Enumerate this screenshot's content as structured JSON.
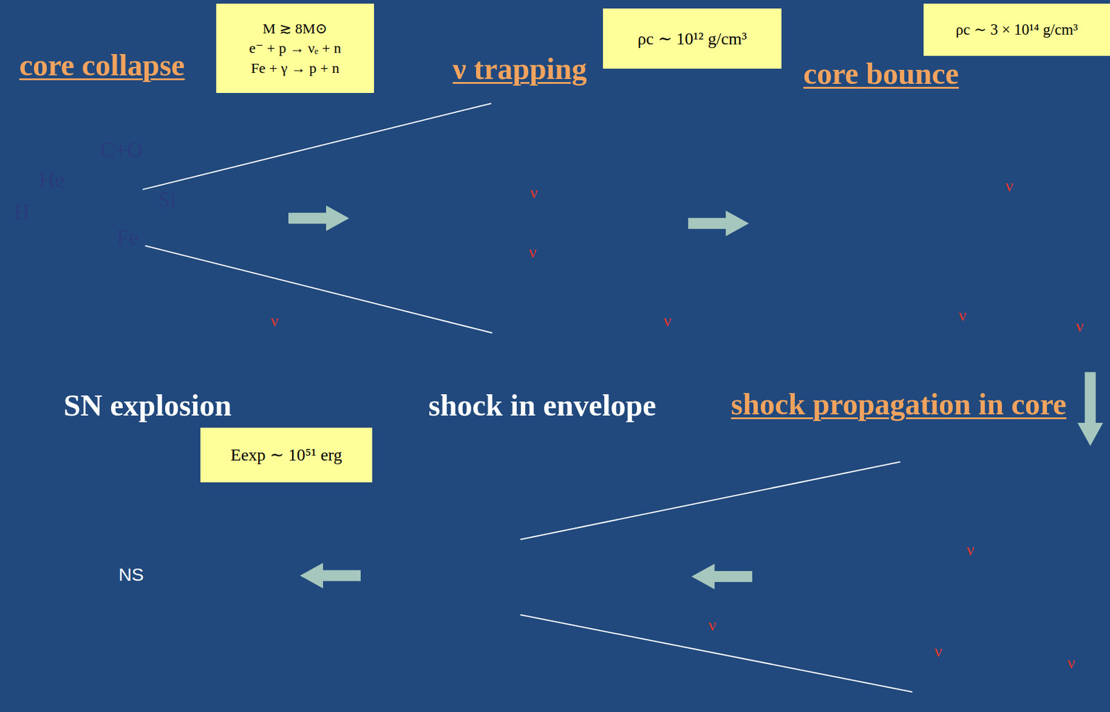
{
  "diagram": {
    "nodes": [
      {
        "text": [
          "core collapse",
          "H"
        ]
      },
      {
        "text": [
          "He"
        ],
        "in": 0
      },
      {
        "text": [
          "C+O"
        ],
        "in": 1
      },
      {
        "text": [
          "Si"
        ],
        "in": 2
      },
      {
        "text": [
          "Fe"
        ],
        "in": 3
      },
      {
        "text": [
          "M ≳ 8M⊙",
          "e⁻ + p → νₑ + n",
          "Fe + γ → p + n"
        ]
      },
      {
        "text": [
          "ν trapping"
        ]
      },
      {
        "text": [
          "ρc ∼ 10¹² g/cm³"
        ]
      },
      {
        "text": [
          "core bounce"
        ]
      },
      {
        "text": [
          "ρc ∼ 3 × 10¹⁴ g/cm³"
        ]
      },
      {
        "text": [
          "SN explosion"
        ]
      },
      {
        "text": [
          "NS"
        ],
        "in": 10
      },
      {
        "text": [
          "Eexp ∼ 10⁵¹ erg"
        ]
      },
      {
        "text": [
          "shock in envelope"
        ]
      },
      {
        "text": [
          "shock propagation in core"
        ]
      }
    ],
    "edges": [
      {
        "from": 0,
        "to": 6,
        "arrow": "to"
      },
      {
        "from": 4,
        "to": 6,
        "arrow": "none"
      },
      {
        "from": 4,
        "to": 6,
        "arrow": "none"
      },
      {
        "from": 6,
        "to": 8,
        "arrow": "to"
      },
      {
        "from": 8,
        "to": 14,
        "arrow": "to"
      },
      {
        "from": 14,
        "to": 13,
        "arrow": "to"
      },
      {
        "from": 13,
        "to": 14,
        "arrow": "none"
      },
      {
        "from": 13,
        "to": 14,
        "arrow": "none"
      },
      {
        "from": 13,
        "to": 10,
        "arrow": "to"
      }
    ],
    "labels": [
      "ν",
      "ν",
      "ν",
      "ν",
      "ν",
      "ν",
      "ν",
      "ν",
      "ν",
      "ν",
      "ν"
    ]
  }
}
